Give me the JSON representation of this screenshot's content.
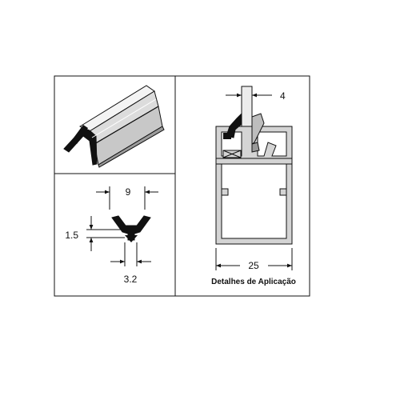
{
  "dimensions": {
    "top_width": "9",
    "lip_height": "1.5",
    "stem_width": "3.2",
    "glass_thickness": "4",
    "profile_width": "25"
  },
  "caption": "Detalhes de Aplicação",
  "colors": {
    "line": "#111111",
    "rubber": "#111111",
    "aluminium": "#d4d4d4",
    "aluminium_dark": "#9a9a9a",
    "glass": "#ececec"
  }
}
